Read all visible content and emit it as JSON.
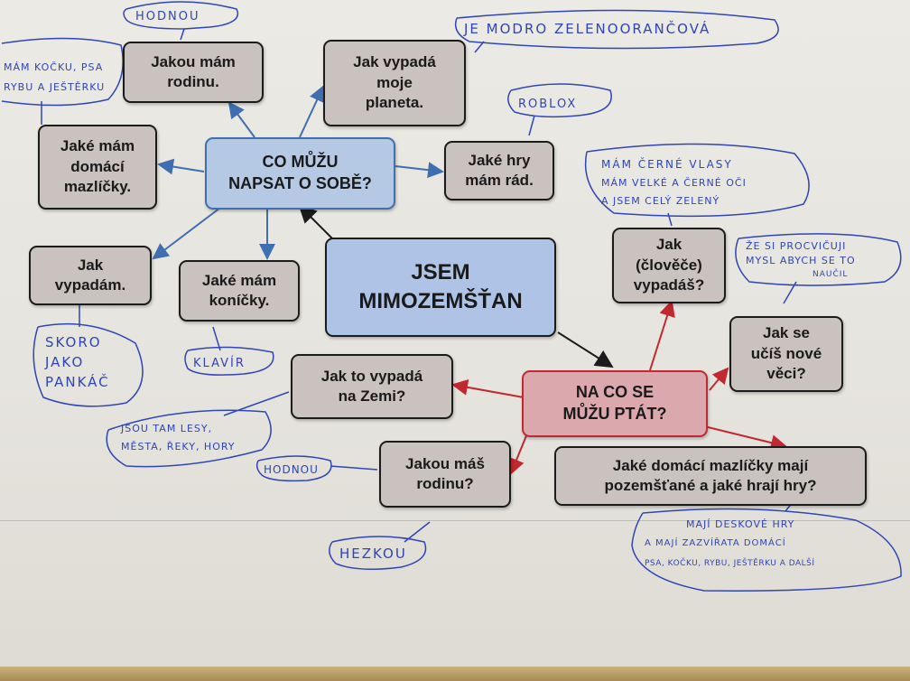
{
  "center": "JSEM\nMIMOZEMŠŤAN",
  "left_hub": "CO MŮŽU\nNAPSAT O SOBĚ?",
  "right_hub": "NA CO SE\nMŮŽU PTÁT?",
  "left_questions": {
    "family": "Jakou mám\nrodinu.",
    "planet": "Jak vypadá\nmoje\nplaneta.",
    "games": "Jaké hry\nmám rád.",
    "pets": "Jaké mám\ndomácí\nmazlíčky.",
    "looks": "Jak\nvypadám.",
    "hobbies": "Jaké mám\nkoníčky."
  },
  "right_questions": {
    "human_looks": "Jak\n(člověče)\nvypadáš?",
    "learn": "Jak se\nučíš nové\nvěci?",
    "earth": "Jak to vypadá\nna Zemi?",
    "your_family": "Jakou máš\nrodinu?",
    "earth_pets": "Jaké domácí mazlíčky mají\npozemšťané a jaké hrají hry?"
  },
  "handwritten": {
    "family": "HODNOU",
    "planet": "JE MODRO ZELENOORANČOVÁ",
    "games": "ROBLOX",
    "pets": [
      "MÁM KOČKU, PSA",
      "RYBU A JEŠTĚRKU"
    ],
    "looks": [
      "SKORO",
      "JAKO",
      "PANKÁČ"
    ],
    "hobbies": "KLAVÍR",
    "human_looks": [
      "MÁM ČERNÉ VLASY",
      "MÁM VELKÉ A ČERNÉ OČI",
      "A JSEM CELÝ ZELENÝ"
    ],
    "learn": [
      "ŽE SI PROCVIČUJI",
      "MYSL ABYCH SE TO",
      "NAUČIL"
    ],
    "earth": [
      "JSOU TAM LESY,",
      "MĚSTA, ŘEKY, HORY"
    ],
    "your_family_1": "HODNOU",
    "your_family_2": "HEZKOU",
    "earth_pets": [
      "MAJÍ DESKOVÉ HRY",
      "A MAJÍ ZAZVÍŘATA DOMÁCÍ",
      "PSA, KOČKU, RYBU, JEŠTĚRKU A DALŠÍ"
    ]
  },
  "colors": {
    "center_fill": "#aec3e6",
    "left_hub_fill": "#b5c8e4",
    "left_arrow": "#3f6fb0",
    "right_hub_fill": "#dba9ad",
    "right_arrow": "#c2282f",
    "question_fill": "#c9c2bf",
    "handwriting": "#2f45b8"
  }
}
